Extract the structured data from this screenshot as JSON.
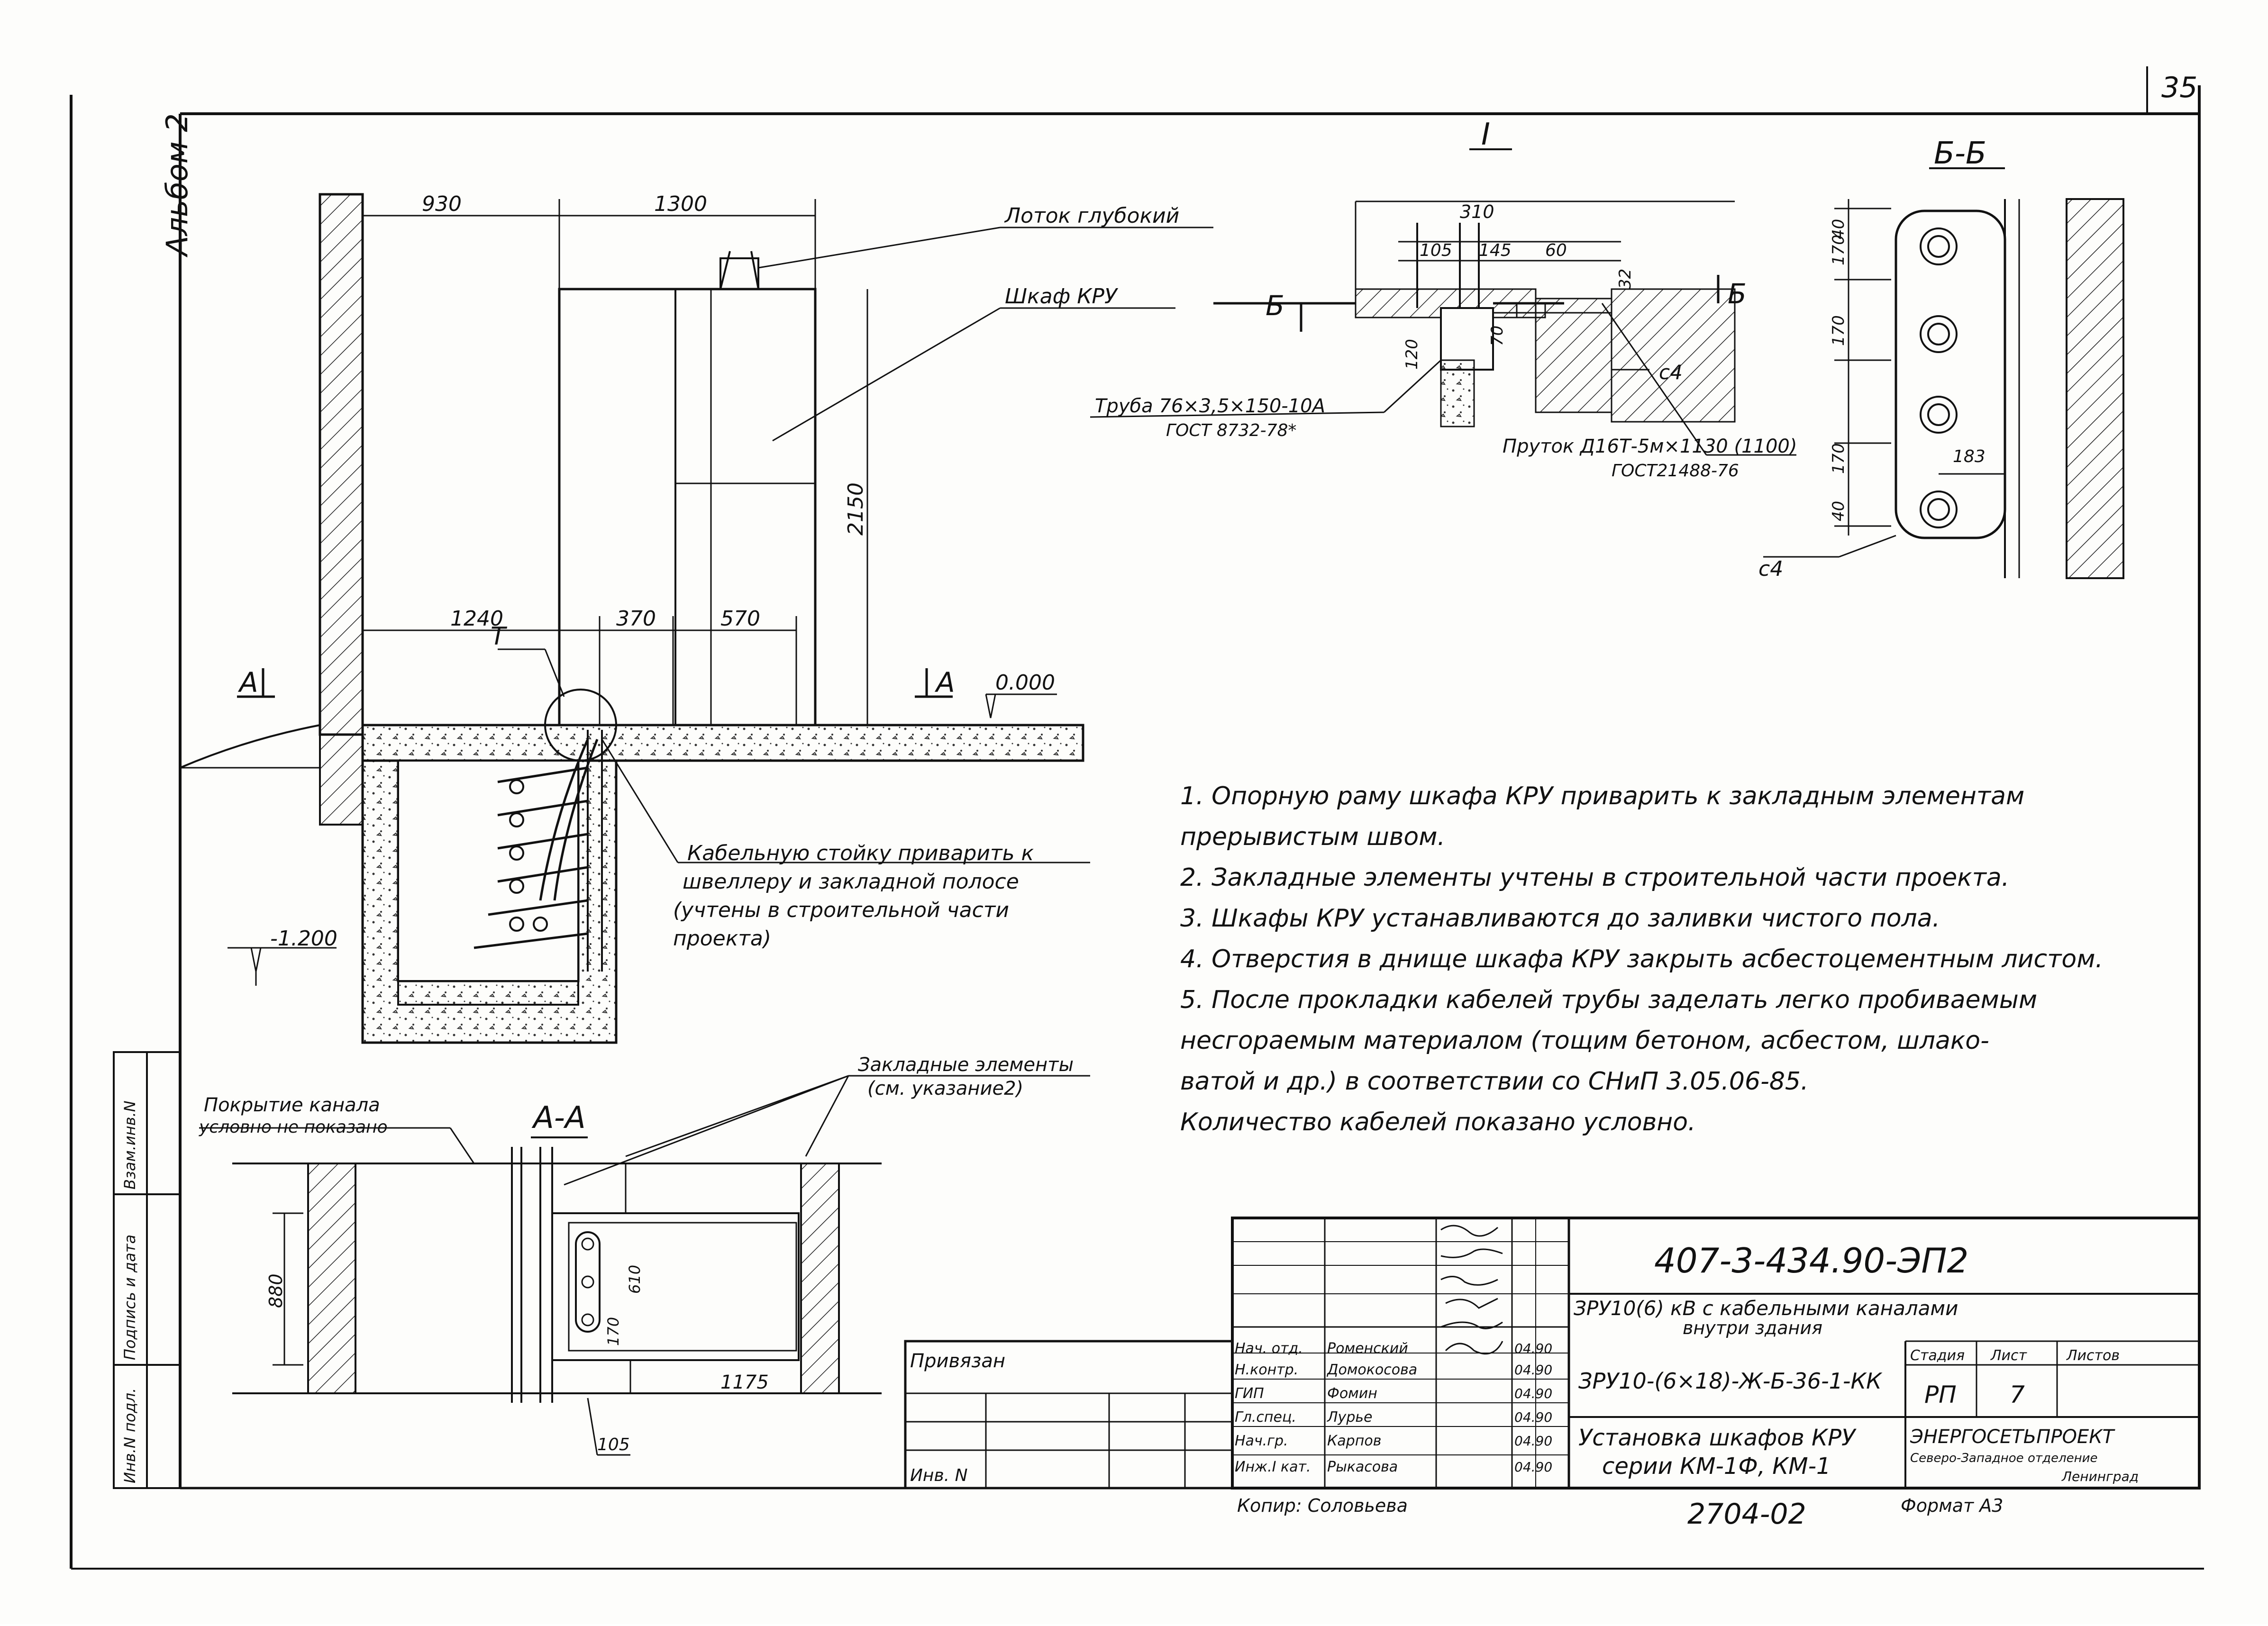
{
  "album_label": "Альбом 2",
  "page_number": "35",
  "section_labels": {
    "detail_I": "I",
    "section_BB": "Б-Б",
    "section_AA": "А-А",
    "cut_A": "А",
    "cut_B": "Б",
    "callout_T": "Т"
  },
  "dimensions": {
    "d930": "930",
    "d1300": "1300",
    "d2150": "2150",
    "d1240": "1240",
    "d370": "370",
    "d570": "570",
    "elev_zero": "0.000",
    "elev_minus": "-1.200",
    "d310": "310",
    "d105a": "105",
    "d145": "145",
    "d60": "60",
    "d32": "32",
    "d120": "120",
    "d70": "70",
    "d40a": "40",
    "d170a": "170",
    "d170b": "170",
    "d170c": "170",
    "d40b": "40",
    "d183": "183",
    "d880": "880",
    "d610": "610",
    "d170s": "170",
    "d1175": "1175",
    "d105b": "105",
    "c4a": "с4",
    "c4b": "с4"
  },
  "callouts": {
    "lotok": "Лоток глубокий",
    "shkaf": "Шкаф КРУ",
    "truba_1": "Труба 76×3,5×150-10А",
    "truba_2": "ГОСТ 8732-78*",
    "prutok_1": "Пруток Д16Т-5м×1130 (1100)",
    "prutok_2": "ГОСТ21488-76",
    "stoyka_1": "Кабельную стойку приварить к",
    "stoyka_2": "швеллеру и закладной полосе",
    "stoyka_3": "(учтены в строительной части",
    "stoyka_4": "проекта)",
    "pokrytie_1": "Покрытие канала",
    "pokrytie_2": "условно не показано",
    "zaklad_1": "Закладные элементы",
    "zaklad_2": "(см. указание2)"
  },
  "notes": [
    "1.   Опорную раму шкафа КРУ приварить к закладным элементам",
    "      прерывистым швом.",
    "2.   Закладные элементы учтены в строительной части проекта.",
    "3.   Шкафы КРУ устанавливаются до заливки чистого пола.",
    "4.   Отверстия в днище шкафа КРУ закрыть асбестоцементным листом.",
    "5.   После прокладки кабелей трубы заделать легко пробиваемым",
    "      несгораемым материалом (тощим бетоном, асбестом, шлако-",
    "      ватой и др.) в соответствии со СНиП 3.05.06-85.",
    "      Количество кабелей показано условно."
  ],
  "side_stamp": [
    "Инв.N подл.",
    "Подпись и дата",
    "Взам.инв.N"
  ],
  "title_block": {
    "doc_code": "407-3-434.90-ЭП2",
    "project_title_1": "ЗРУ10(6) кВ с кабельными каналами",
    "project_title_2": "внутри здания",
    "drawing_code": "ЗРУ10-(6×18)-Ж-Б-36-1-КК",
    "drawing_title_1": "Установка шкафов КРУ",
    "drawing_title_2": "серии КМ-1Ф, КМ-1",
    "stage_label": "Стадия",
    "sheet_label": "Лист",
    "sheets_label": "Листов",
    "stage_value": "РП",
    "sheet_value": "7",
    "org_1": "ЭНЕРГОСЕТЬПРОЕКТ",
    "org_2": "Северо-Западное отделение",
    "org_3": "Ленинград",
    "privyazan": "Привязан",
    "inv_n": "Инв. N",
    "kopir": "Копир: Соловьева",
    "archive": "2704-02",
    "format": "Формат А3",
    "signatories": [
      {
        "role": "Нач. отд.",
        "name": "Роменский",
        "date": "04.90"
      },
      {
        "role": "Н.контр.",
        "name": "Домокосова",
        "date": "04.90"
      },
      {
        "role": "ГИП",
        "name": "Фомин",
        "date": "04.90"
      },
      {
        "role": "Гл.спец.",
        "name": "Лурье",
        "date": "04.90"
      },
      {
        "role": "Нач.гр.",
        "name": "Карпов",
        "date": "04.90"
      },
      {
        "role": "Инж.I кат.",
        "name": "Рыкасова",
        "date": "04.90"
      }
    ]
  }
}
